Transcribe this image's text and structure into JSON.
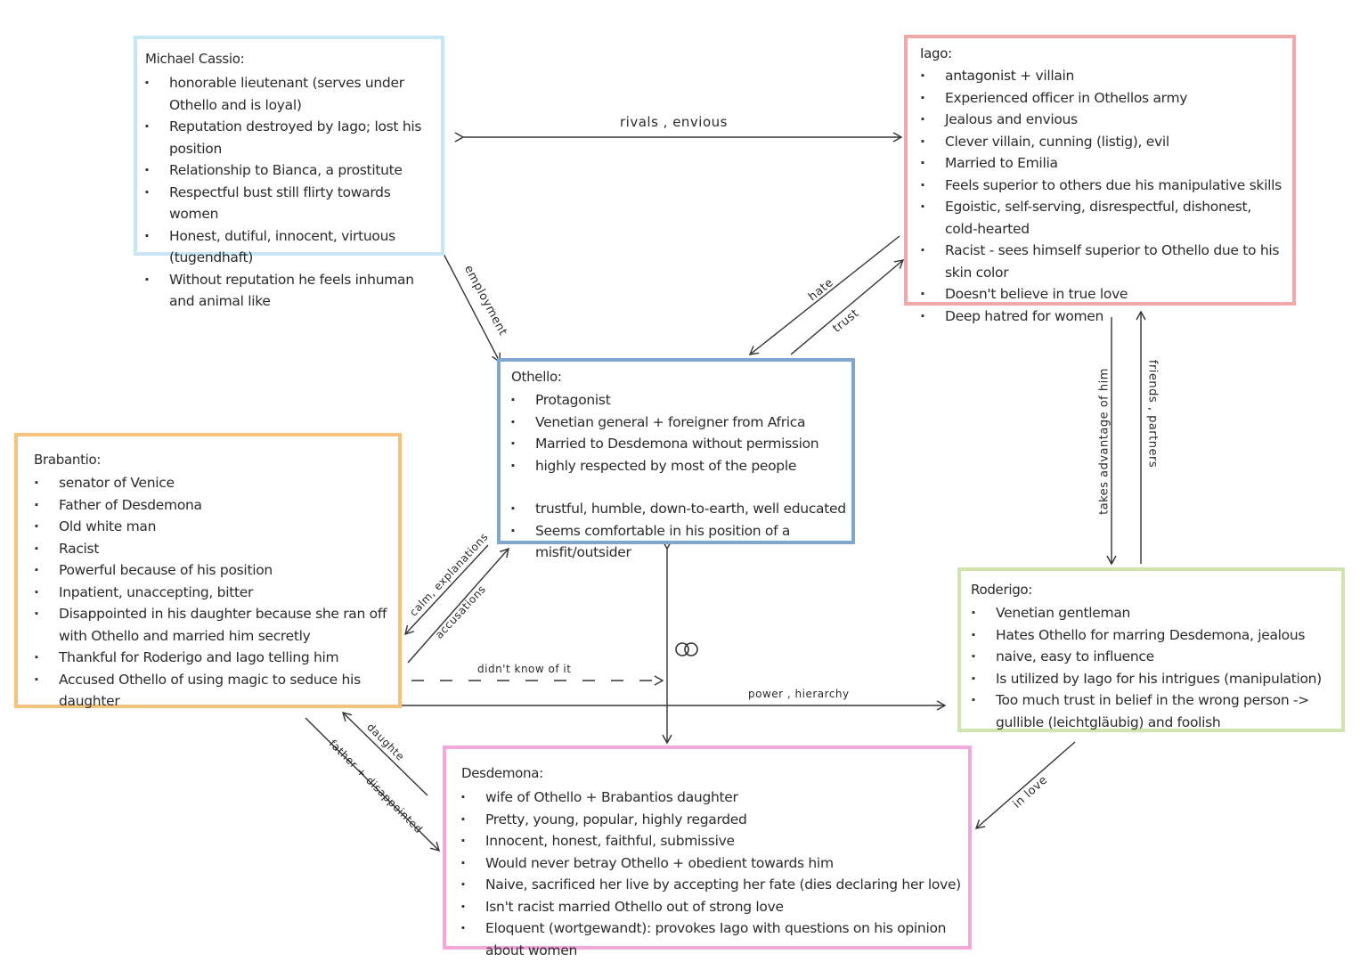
{
  "colors": {
    "cassio": "#c6e6f4",
    "iago": "#f0a8a8",
    "othello": "#7fa6cf",
    "brabantio": "#f5c27e",
    "roderigo": "#cfe5ad",
    "desdemona": "#f2a6da"
  },
  "boxes": {
    "cassio": {
      "title": "Michael Cassio:",
      "items": [
        "honorable lieutenant (serves under Othello and is loyal)",
        "Reputation destroyed by Iago; lost his position",
        "Relationship to Bianca, a prostitute",
        "Respectful bust still flirty towards women",
        "Honest, dutiful, innocent, virtuous (tugendhaft)",
        "Without reputation he feels inhuman and animal like"
      ]
    },
    "iago": {
      "title": "Iago:",
      "items": [
        "antagonist + villain",
        "Experienced officer in Othellos army",
        "Jealous and envious",
        "Clever villain, cunning (listig), evil",
        "Married to Emilia",
        "Feels superior to others due his manipulative skills",
        "Egoistic, self-serving, disrespectful, dishonest, cold-hearted",
        "Racist - sees himself superior to Othello due to his skin color",
        "Doesn't believe in true love",
        "Deep hatred for women"
      ]
    },
    "othello": {
      "title": "Othello:",
      "items_a": [
        "Protagonist",
        "Venetian general + foreigner from Africa",
        "Married to Desdemona without permission",
        "highly respected by most of the people"
      ],
      "items_b": [
        "trustful, humble, down-to-earth, well educated",
        "Seems comfortable in his position of a misfit/outsider"
      ]
    },
    "brabantio": {
      "title": "Brabantio:",
      "items": [
        "senator of Venice",
        "Father of Desdemona",
        "Old white man",
        "Racist",
        "Powerful because of his position",
        "Inpatient, unaccepting, bitter",
        "Disappointed in his daughter because she ran off with Othello and married him secretly",
        "Thankful for Roderigo and Iago telling him",
        "Accused Othello of using magic to seduce his daughter"
      ]
    },
    "roderigo": {
      "title": "Roderigo:",
      "items": [
        "Venetian gentleman",
        "Hates Othello for marring Desdemona, jealous",
        "naive, easy to influence",
        "Is utilized by Iago for his intrigues (manipulation)",
        "Too much trust in belief in the wrong person -> gullible (leichtgläubig) and foolish"
      ]
    },
    "desdemona": {
      "title": "Desdemona:",
      "items": [
        "wife of Othello + Brabantios daughter",
        "Pretty, young, popular, highly regarded",
        "Innocent, honest, faithful, submissive",
        "Would never betray Othello + obedient towards him",
        "Naive, sacrificed her live by accepting her fate (dies declaring her love)",
        "Isn't racist married Othello out of strong love",
        "Eloquent (wortgewandt): provokes Iago with questions on his opinion about women"
      ]
    }
  },
  "relations": {
    "rivals": "rivals , envious",
    "employment": "employment",
    "hate": "hate",
    "trust": "trust",
    "takes_advantage": "takes advantage of him",
    "friends": "friends , partners",
    "calm": "calm, explanations",
    "accusations": "accusations",
    "didnt_know": "didn't know of it",
    "power": "power , hierarchy",
    "daughter": "daughte",
    "father": "father + disappointed",
    "in_love": "in love",
    "rings": "rings-icon"
  }
}
